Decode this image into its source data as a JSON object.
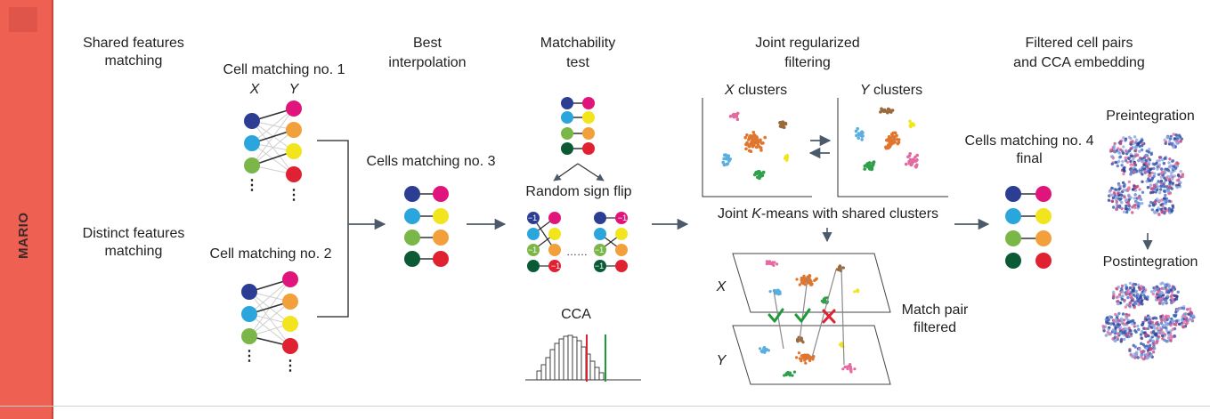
{
  "brand": {
    "name": "MARIO"
  },
  "colors": {
    "sidebar": "#ee6052",
    "navy": "#2b3e94",
    "cyan": "#2ba6dc",
    "lightgreen": "#7ab648",
    "darkgreen": "#0b5a35",
    "magenta": "#e0157c",
    "orange": "#f2a03c",
    "yellow": "#f2e51e",
    "red": "#e02131",
    "check": "#1f9a3a",
    "cross": "#e02131",
    "arrow": "#4a5a6b"
  },
  "stage1": {
    "shared_title": [
      "Shared features",
      "matching"
    ],
    "distinct_title": [
      "Distinct features",
      "matching"
    ],
    "match1": "Cell matching no. 1",
    "match2": "Cell matching no. 2",
    "x_axis": "X",
    "y_axis": "Y",
    "ellipsis": "⋮"
  },
  "stage2": {
    "title": [
      "Best",
      "interpolation"
    ],
    "match3": "Cells matching no. 3"
  },
  "stage3": {
    "title": [
      "Matchability",
      "test"
    ],
    "flip": "Random sign flip",
    "cca": "CCA",
    "neg": "−1",
    "dots": "……"
  },
  "stage4": {
    "title": [
      "Joint regularized",
      "filtering"
    ],
    "x_clusters_var": "X",
    "x_clusters_word": " clusters",
    "y_clusters_var": "Y",
    "y_clusters_word": " clusters",
    "kmeans_pre": "Joint ",
    "kmeans_var": "K",
    "kmeans_post": "-means with shared clusters",
    "plane_x": "X",
    "plane_y": "Y",
    "filtered": [
      "Match pair",
      "filtered"
    ]
  },
  "stage5": {
    "title": [
      "Filtered cell pairs",
      "and CCA embedding"
    ],
    "match4": [
      "Cells matching no. 4",
      "final"
    ],
    "pre": "Preintegration",
    "post": "Postintegration"
  }
}
